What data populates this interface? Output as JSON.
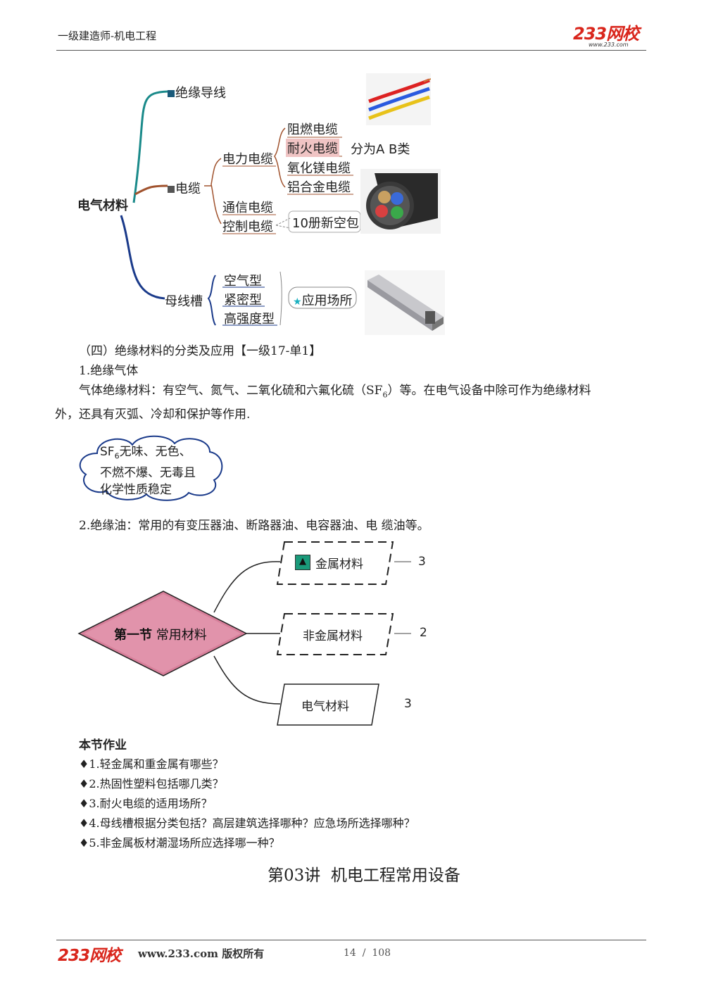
{
  "header": {
    "title": "一级建造师-机电工程",
    "logo_text": "233网校",
    "logo_url": "www.233.com"
  },
  "mindmap1": {
    "root": "电气材料",
    "insulated_wire": "绝缘导线",
    "cable": "电缆",
    "power_cable": "电力电缆",
    "power_types": [
      "阻燃电缆",
      "耐火电缆",
      "氧化镁电缆",
      "铝合金电缆"
    ],
    "fire_note": "分为A B类",
    "comm_cable": "通信电缆",
    "control_cable": "控制电缆",
    "control_note": "10册新空包",
    "busway": "母线槽",
    "busway_types": [
      "空气型",
      "紧密型",
      "高强度型"
    ],
    "busway_note": "应用场所"
  },
  "section": {
    "heading": "（四）绝缘材料的分类及应用【一级17-单1】",
    "item1": "1.绝缘气体",
    "para_line1_a": "气体绝缘材料：有空气、氮气、二氧化硫和六氟化硫（SF",
    "para_sub": "6",
    "para_line1_b": "）等。在电气设备中除可作为绝缘材料",
    "para_line2": "外，还具有灭弧、冷却和保护等作用.",
    "cloud_line1_a": "SF",
    "cloud_sub": "6",
    "cloud_line1_b": "无味、无色、",
    "cloud_line2": "不燃不爆、无毒且",
    "cloud_line3": "化学性质稳定",
    "item2": "2.绝缘油：常用的有变压器油、断路器油、电容器油、电 缆油等。"
  },
  "mindmap2": {
    "root_bold": "第一节",
    "root_rest": "常用材料",
    "branches": [
      {
        "label": "金属材料",
        "count": "3"
      },
      {
        "label": "非金属材料",
        "count": "2"
      },
      {
        "label": "电气材料",
        "count": "3"
      }
    ]
  },
  "homework": {
    "title": "本节作业",
    "questions": [
      "♦1.轻金属和重金属有哪些？",
      "♦2.热固性塑料包括哪几类？",
      "♦3.耐火电缆的适用场所？",
      "♦4.母线槽根据分类包括？高层建筑选择哪种？应急场所选择哪种？",
      "♦5.非金属板材潮湿场所应选择哪一种？"
    ]
  },
  "lecture_title": "第03讲  机电工程常用设备",
  "footer": {
    "logo_text": "233网校",
    "site": "www.233.com 版权所有",
    "page": "14  /  108"
  },
  "colors": {
    "brand_red": "#d9261c",
    "teal_branch": "#1a8a8a",
    "brown_branch": "#a0522d",
    "blue_branch": "#1a3a8a",
    "diamond_fill": "#e7a0b8",
    "highlight": "#f0c4c4"
  }
}
